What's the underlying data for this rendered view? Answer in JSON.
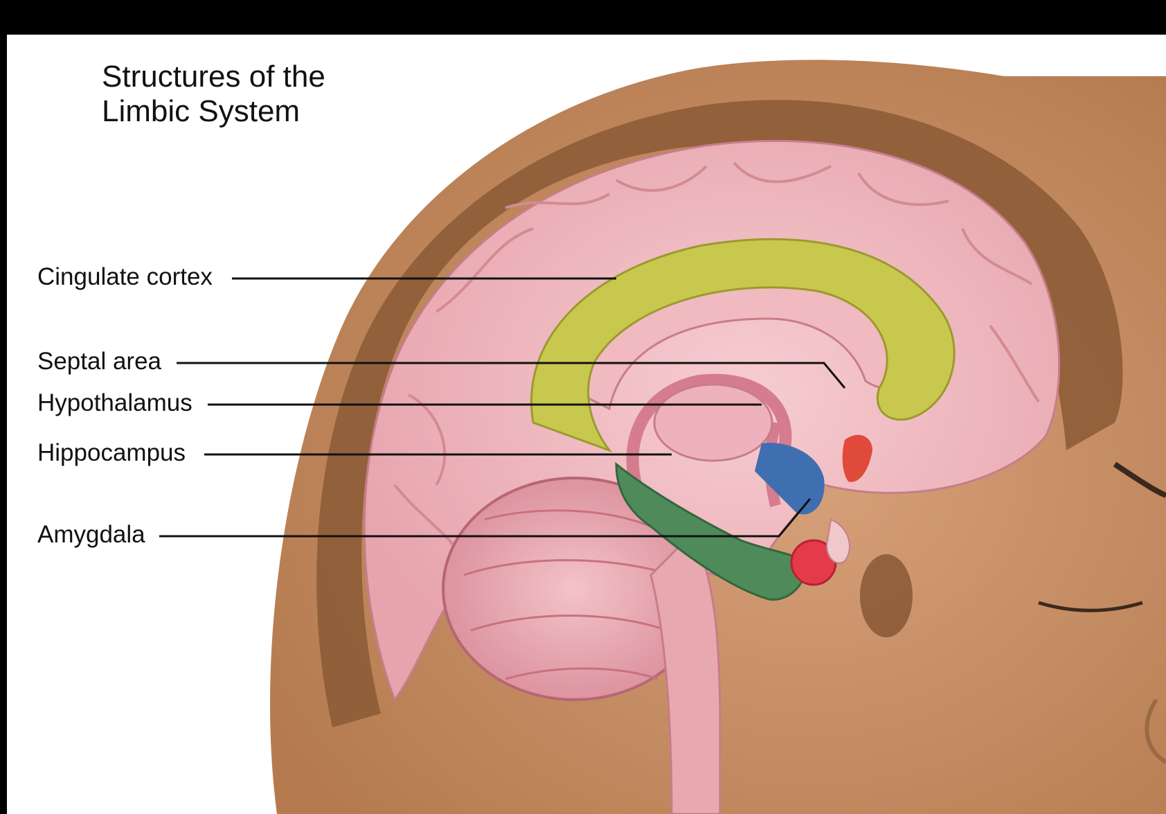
{
  "figure": {
    "title_line1": "Structures of the",
    "title_line2": "Limbic System",
    "labels": [
      {
        "id": "cingulate",
        "text": "Cingulate cortex"
      },
      {
        "id": "septal",
        "text": "Septal area"
      },
      {
        "id": "hypothalamus",
        "text": "Hypothalamus"
      },
      {
        "id": "hippocampus",
        "text": "Hippocampus"
      },
      {
        "id": "amygdala",
        "text": "Amygdala"
      }
    ]
  },
  "colors": {
    "background": "#000000",
    "canvas": "#ffffff",
    "skin": "#c48a5c",
    "skull": "#8a5a34",
    "brain": "#efb7bd",
    "cingulate": "#c9c84e",
    "hippocampus": "#4f8a5a",
    "hypothalamus": "#3f6fb0",
    "septal": "#e04a3a",
    "amygdala": "#e43a4a"
  }
}
